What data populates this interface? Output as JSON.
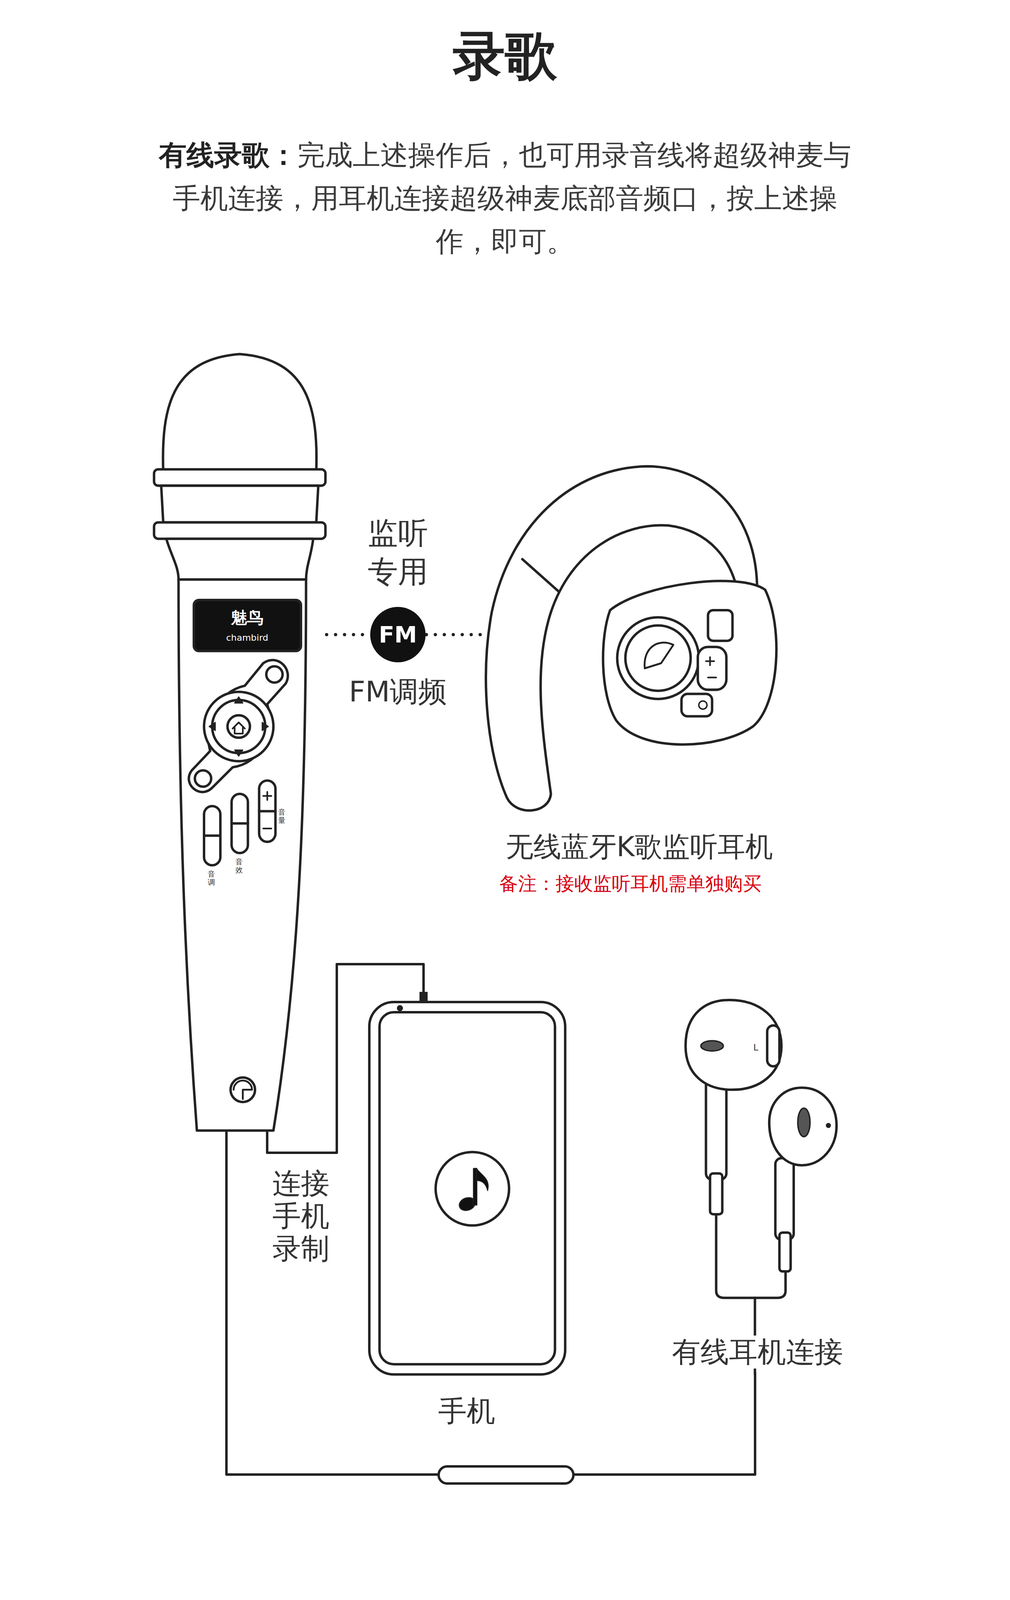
{
  "diagram": {
    "title": "录歌",
    "nodes": [
      {
        "text": [
          "魅鸟",
          "chambird"
        ]
      },
      {
        "text": [
          "FM"
        ]
      },
      {
        "text": [
          "无线蓝牙K歌监听耳机"
        ]
      },
      {
        "text": [
          "手机"
        ]
      },
      {
        "text": [
          "有线耳机连接"
        ]
      }
    ],
    "edges": [
      {
        "from": 0,
        "to": 1,
        "arrow": "none"
      },
      {
        "from": 1,
        "to": 2,
        "arrow": "none"
      },
      {
        "from": 0,
        "to": 3,
        "label": "连接手机录制",
        "arrow": "none"
      },
      {
        "from": 0,
        "to": 4,
        "arrow": "none"
      }
    ],
    "labels": [
      "有线录歌：",
      "完成上述操作后，也可用录音线将超级神麦与手机连接，用耳机连接超级神麦底部音频口，按上述操作，即可。",
      "监听专用",
      "FM调频",
      "备注：接收监听耳机需单独购买",
      "音调",
      "音效",
      "音量",
      "L"
    ]
  }
}
